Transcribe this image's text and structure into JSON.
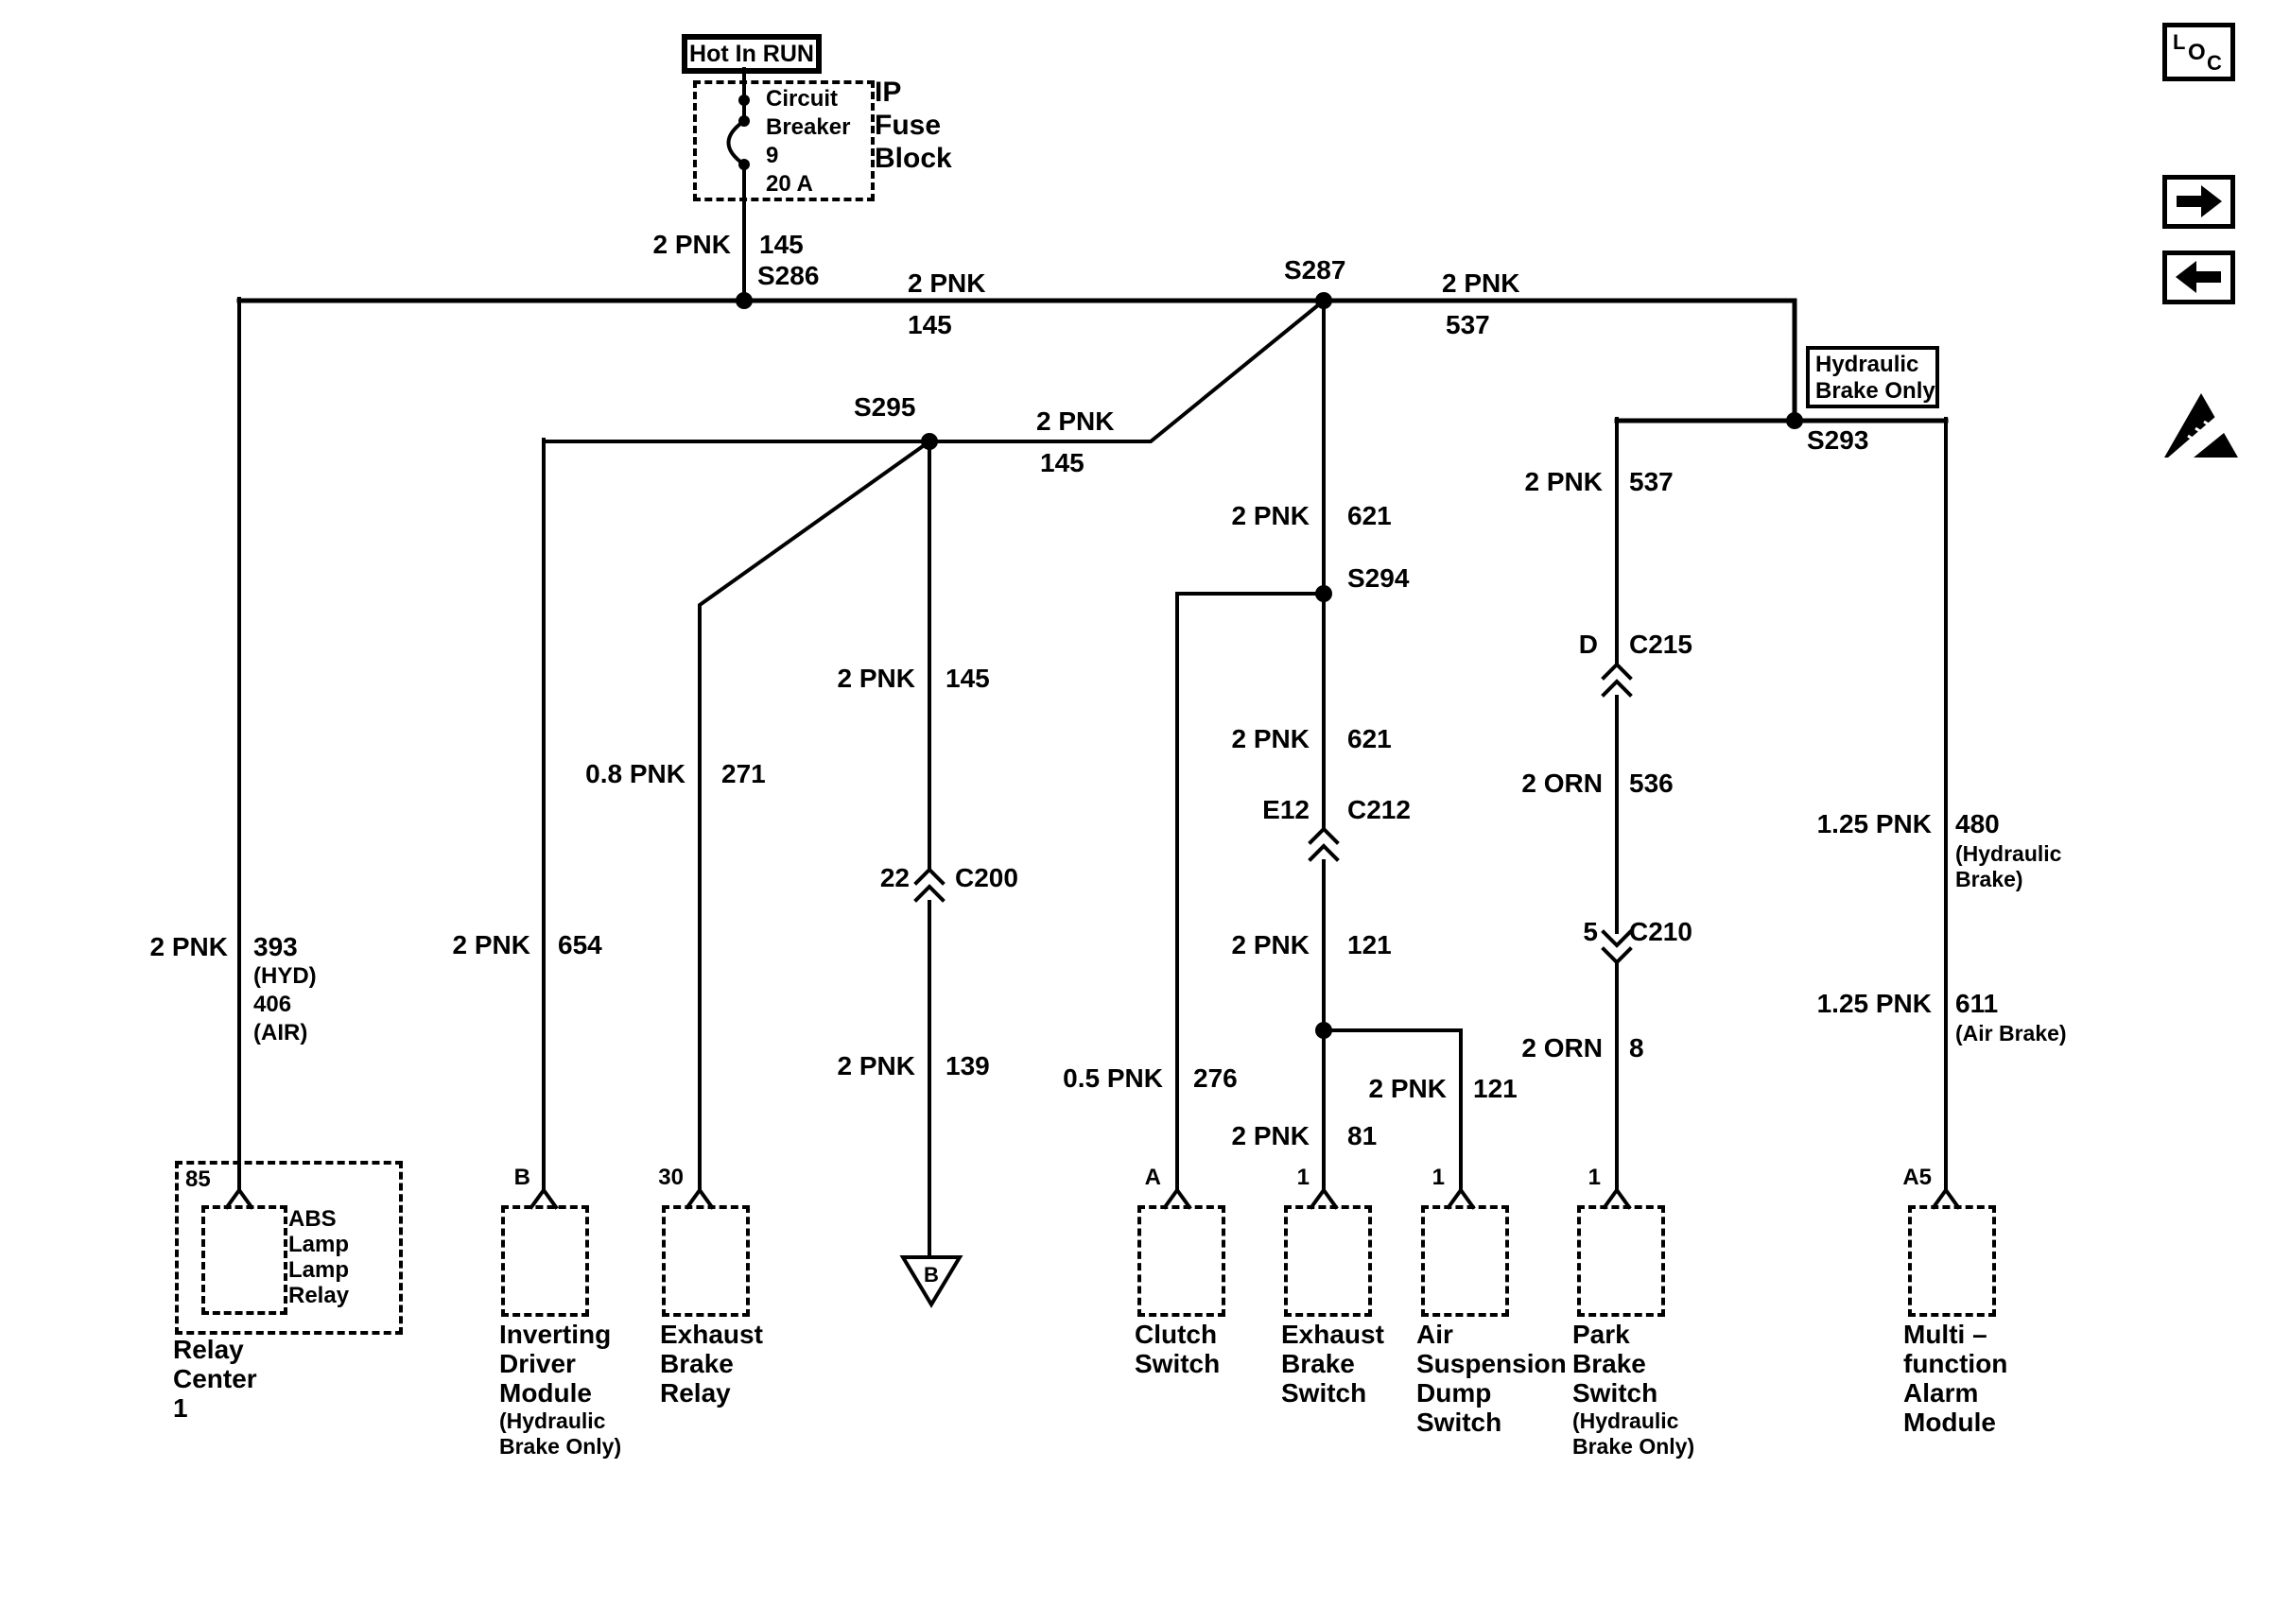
{
  "toolbar": {
    "loc": {
      "l": "L",
      "o": "O",
      "c": "C"
    }
  },
  "power": {
    "hot_in_run": "Hot In RUN",
    "breaker": "Circuit\nBreaker\n9\n20 A",
    "fuse_block": "IP\nFuse\nBlock"
  },
  "splices": {
    "s286": "S286",
    "s287": "S287",
    "s293": "S293",
    "s294": "S294",
    "s295": "S295"
  },
  "notes": {
    "hydraulic_brake_only": "Hydraulic\nBrake Only"
  },
  "wires": {
    "fuse_out": {
      "l": "2 PNK",
      "r": "145"
    },
    "bus_left": {
      "l": "2 PNK",
      "r": "145"
    },
    "bus_right": {
      "l": "2 PNK",
      "r": "537"
    },
    "s295_seg": {
      "l": "2 PNK",
      "r": "145"
    },
    "relay_col": {
      "l": "2 PNK",
      "r": "393",
      "sub": "(HYD)\n406\n(AIR)"
    },
    "invert_col": {
      "l": "2 PNK",
      "r": "654"
    },
    "exh_relay_col": {
      "l": "0.8 PNK",
      "r": "271"
    },
    "c200_col": {
      "l": "2 PNK",
      "r": "145"
    },
    "gnd_col": {
      "l": "2 PNK",
      "r": "139"
    },
    "s287_col": {
      "l": "2 PNK",
      "r": "621"
    },
    "s294_col": {
      "l": "2 PNK",
      "r": "621"
    },
    "mid_121": {
      "l": "2 PNK",
      "r": "121"
    },
    "branch_121": {
      "l": "2 PNK",
      "r": "121"
    },
    "exh_sw": {
      "l": "2 PNK",
      "r": "81"
    },
    "clutch": {
      "l": "0.5 PNK",
      "r": "276"
    },
    "park_537": {
      "l": "2 PNK",
      "r": "537"
    },
    "orn_536": {
      "l": "2 ORN",
      "r": "536"
    },
    "orn_8": {
      "l": "2 ORN",
      "r": "8"
    },
    "multi_480": {
      "l": "1.25 PNK",
      "r": "480",
      "sub": "(Hydraulic\nBrake)"
    },
    "multi_611": {
      "l": "1.25 PNK",
      "r": "611",
      "sub": "(Air Brake)"
    }
  },
  "connectors": {
    "c200": {
      "pin": "22",
      "id": "C200"
    },
    "c212": {
      "pin": "E12",
      "id": "C212"
    },
    "c215": {
      "pin": "D",
      "id": "C215"
    },
    "c210": {
      "pin": "5",
      "id": "C210"
    }
  },
  "ground": {
    "label": "B"
  },
  "pins": {
    "relay": "85",
    "inverting": "B",
    "exh_relay": "30",
    "clutch": "A",
    "exh_switch": "1",
    "air_dump": "1",
    "park": "1",
    "multi": "A5"
  },
  "components": {
    "relay_center": {
      "inner": "ABS\nLamp\nLamp\nRelay",
      "caption": "Relay\nCenter\n1"
    },
    "inverting": {
      "caption": "Inverting\nDriver\nModule",
      "note": "(Hydraulic\nBrake Only)"
    },
    "exh_relay": {
      "caption": "Exhaust\nBrake\nRelay"
    },
    "clutch": {
      "caption": "Clutch\nSwitch"
    },
    "exh_switch": {
      "caption": "Exhaust\nBrake\nSwitch"
    },
    "air_dump": {
      "caption": "Air\nSuspension\nDump\nSwitch"
    },
    "park": {
      "caption": "Park\nBrake\nSwitch",
      "note": "(Hydraulic\nBrake Only)"
    },
    "multi": {
      "caption": "Multi –\nfunction\nAlarm\nModule"
    }
  }
}
